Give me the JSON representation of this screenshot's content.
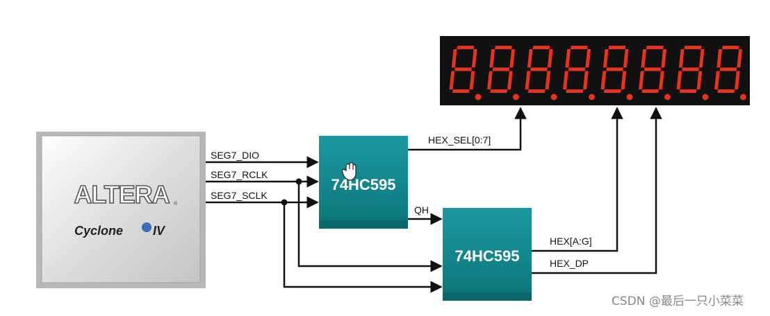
{
  "fpga": {
    "brand": "ALTERA",
    "family": "Cyclone",
    "family_suffix": "IV"
  },
  "signals": {
    "dio": "SEG7_DIO",
    "rclk": "SEG7_RCLK",
    "sclk": "SEG7_SCLK",
    "qh": "QH",
    "hex_sel": "HEX_SEL[0:7]",
    "hex_ag": "HEX[A:G]",
    "hex_dp": "HEX_DP"
  },
  "chips": {
    "chip1": "74HC595",
    "chip2": "74HC595"
  },
  "display": {
    "digits": 8,
    "segment_color": "#e8311f",
    "background_color": "#111111"
  },
  "colors": {
    "chip_teal": "#118a8f",
    "wire": "#111111"
  },
  "watermark": "CSDN @最后一只小菜菜"
}
